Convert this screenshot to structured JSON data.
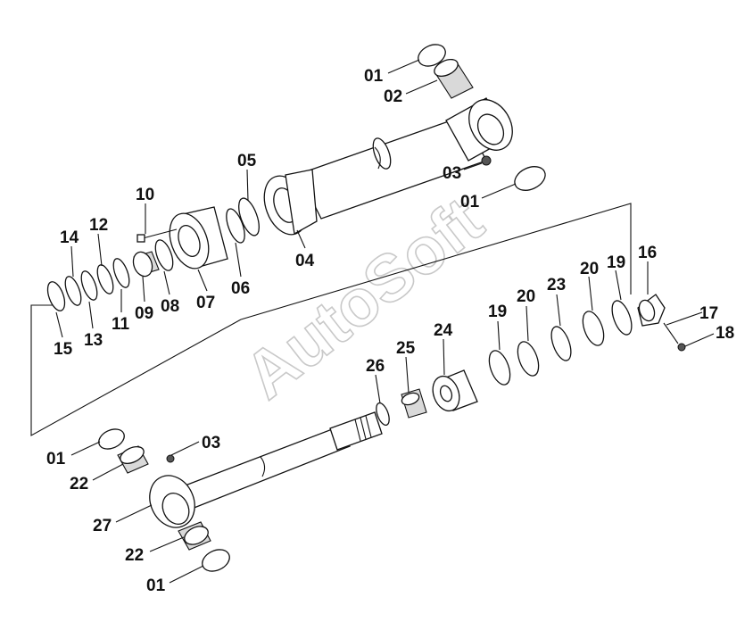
{
  "diagram": {
    "watermark": "AutoSoft",
    "labels": [
      {
        "id": "l01a",
        "text": "01"
      },
      {
        "id": "l02",
        "text": "02"
      },
      {
        "id": "l03a",
        "text": "03"
      },
      {
        "id": "l01b",
        "text": "01"
      },
      {
        "id": "l05",
        "text": "05"
      },
      {
        "id": "l04",
        "text": "04"
      },
      {
        "id": "l10",
        "text": "10"
      },
      {
        "id": "l12",
        "text": "12"
      },
      {
        "id": "l14",
        "text": "14"
      },
      {
        "id": "l06",
        "text": "06"
      },
      {
        "id": "l07",
        "text": "07"
      },
      {
        "id": "l08",
        "text": "08"
      },
      {
        "id": "l09",
        "text": "09"
      },
      {
        "id": "l11",
        "text": "11"
      },
      {
        "id": "l13",
        "text": "13"
      },
      {
        "id": "l15",
        "text": "15"
      },
      {
        "id": "l16",
        "text": "16"
      },
      {
        "id": "l17",
        "text": "17"
      },
      {
        "id": "l18",
        "text": "18"
      },
      {
        "id": "l19a",
        "text": "19"
      },
      {
        "id": "l20a",
        "text": "20"
      },
      {
        "id": "l23",
        "text": "23"
      },
      {
        "id": "l19b",
        "text": "19"
      },
      {
        "id": "l20b",
        "text": "20"
      },
      {
        "id": "l24",
        "text": "24"
      },
      {
        "id": "l25",
        "text": "25"
      },
      {
        "id": "l26",
        "text": "26"
      },
      {
        "id": "l03b",
        "text": "03"
      },
      {
        "id": "l01c",
        "text": "01"
      },
      {
        "id": "l22a",
        "text": "22"
      },
      {
        "id": "l27",
        "text": "27"
      },
      {
        "id": "l22b",
        "text": "22"
      },
      {
        "id": "l01d",
        "text": "01"
      }
    ]
  }
}
